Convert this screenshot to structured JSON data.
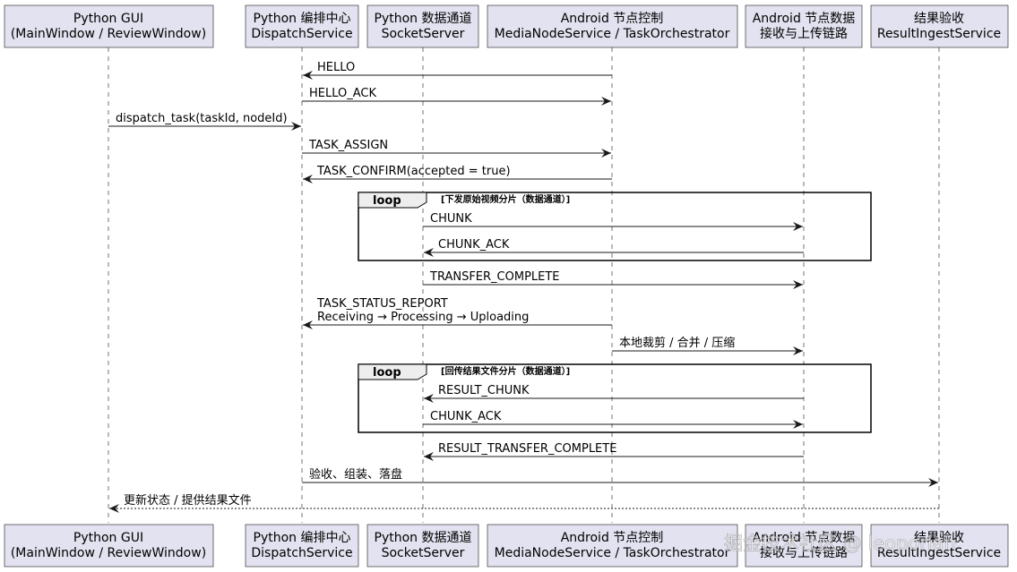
{
  "participants": [
    {
      "id": "gui",
      "line1": "Python GUI",
      "line2": "(MainWindow / ReviewWindow)"
    },
    {
      "id": "dispatch",
      "line1": "Python 编排中心",
      "line2": "DispatchService"
    },
    {
      "id": "socket",
      "line1": "Python 数据通道",
      "line2": "SocketServer"
    },
    {
      "id": "android",
      "line1": "Android 节点控制",
      "line2": "MediaNodeService / TaskOrchestrator"
    },
    {
      "id": "recv",
      "line1": "Android 节点数据",
      "line2": "接收与上传链路"
    },
    {
      "id": "ingest",
      "line1": "结果验收",
      "line2": "ResultIngestService"
    }
  ],
  "messages": [
    {
      "from": "android",
      "to": "dispatch",
      "lines": [
        "HELLO"
      ],
      "style": "solid"
    },
    {
      "from": "dispatch",
      "to": "android",
      "lines": [
        "HELLO_ACK"
      ],
      "style": "solid"
    },
    {
      "from": "gui",
      "to": "dispatch",
      "lines": [
        "dispatch_task(taskId, nodeId)"
      ],
      "style": "solid"
    },
    {
      "from": "dispatch",
      "to": "android",
      "lines": [
        "TASK_ASSIGN"
      ],
      "style": "solid"
    },
    {
      "from": "android",
      "to": "dispatch",
      "lines": [
        "TASK_CONFIRM(accepted = true)"
      ],
      "style": "solid"
    },
    {
      "from": "socket",
      "to": "recv",
      "lines": [
        "CHUNK"
      ],
      "style": "solid"
    },
    {
      "from": "recv",
      "to": "socket",
      "lines": [
        "CHUNK_ACK"
      ],
      "style": "solid"
    },
    {
      "from": "socket",
      "to": "recv",
      "lines": [
        "TRANSFER_COMPLETE"
      ],
      "style": "solid"
    },
    {
      "from": "android",
      "to": "dispatch",
      "lines": [
        "TASK_STATUS_REPORT",
        "Receiving → Processing → Uploading"
      ],
      "style": "solid"
    },
    {
      "from": "android",
      "to": "recv",
      "lines": [
        "本地裁剪 / 合并 / 压缩"
      ],
      "style": "solid"
    },
    {
      "from": "recv",
      "to": "socket",
      "lines": [
        "RESULT_CHUNK"
      ],
      "style": "solid"
    },
    {
      "from": "socket",
      "to": "recv",
      "lines": [
        "CHUNK_ACK"
      ],
      "style": "solid"
    },
    {
      "from": "recv",
      "to": "socket",
      "lines": [
        "RESULT_TRANSFER_COMPLETE"
      ],
      "style": "solid"
    },
    {
      "from": "dispatch",
      "to": "ingest",
      "lines": [
        "验收、组装、落盘"
      ],
      "style": "solid"
    },
    {
      "from": "ingest",
      "to": "gui",
      "lines": [
        "更新状态 / 提供结果文件"
      ],
      "style": "dashed"
    }
  ],
  "loops": [
    {
      "label": "loop",
      "condition": "[下发原始视频分片（数据通道）]"
    },
    {
      "label": "loop",
      "condition": "[回传结果文件分片（数据通道）]"
    }
  ],
  "watermark": "掘金技术社区 @ leoporlan"
}
